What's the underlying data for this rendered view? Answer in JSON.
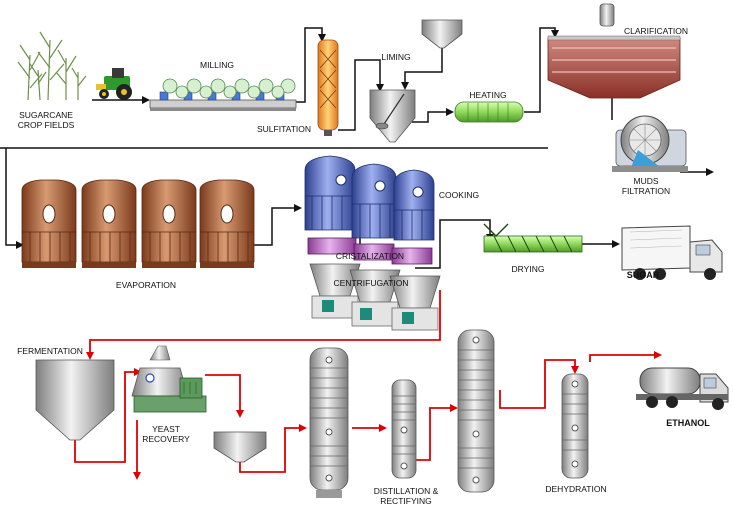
{
  "labels": {
    "sugarcane_line1": "SUGARCANE",
    "sugarcane_line2": "CROP FIELDS",
    "milling": "MILLING",
    "sulfitation": "SULFITATION",
    "liming": "LIMING",
    "heating": "HEATING",
    "clarification": "CLARIFICATION",
    "muds": "MUDS",
    "filtration": "FILTRATION",
    "evaporation": "EVAPORATION",
    "cooking": "COOKING",
    "cristalization": "CRISTALIZATION",
    "centrifugation": "CENTRIFUGATION",
    "drying": "DRYING",
    "sugar": "SUGAR",
    "fermentation": "FERMENTATION",
    "yeast_line1": "YEAST",
    "yeast_line2": "RECOVERY",
    "distillation_line1": "DISTILLATION &",
    "distillation_line2": "RECTIFYING",
    "dehydration": "DEHYDRATION",
    "ethanol": "ETHANOL"
  },
  "colors": {
    "sugar_flow_line": "#111111",
    "ethanol_flow_line": "#e00000",
    "evaporator_body": "#b5643c",
    "cooking_vessel": "#5b6fc4",
    "crystallizer": "#b86cc0",
    "clarifier": "#a84a40",
    "heater": "#9be06a",
    "dryer": "#3f9a2e",
    "column": "#c4c4c4"
  }
}
